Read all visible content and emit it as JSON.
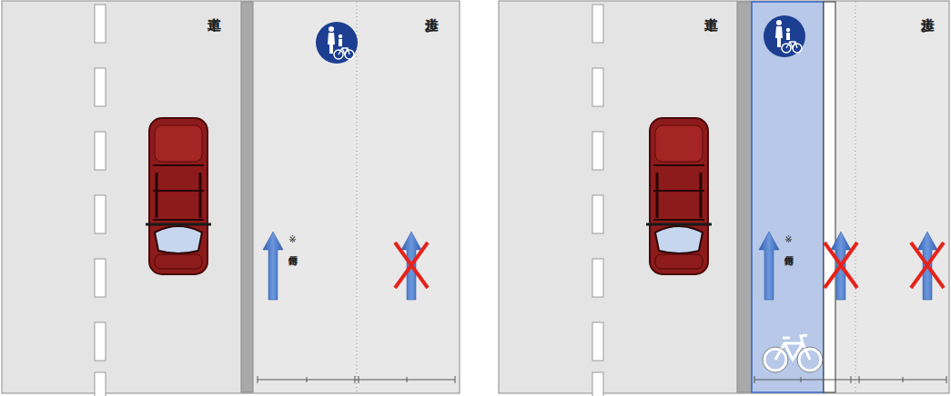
{
  "diagram": {
    "labels": [
      "車道",
      "歩道",
      "※",
      "特例特定原付",
      "車道",
      "歩道",
      "※",
      "特例特定原付"
    ]
  }
}
